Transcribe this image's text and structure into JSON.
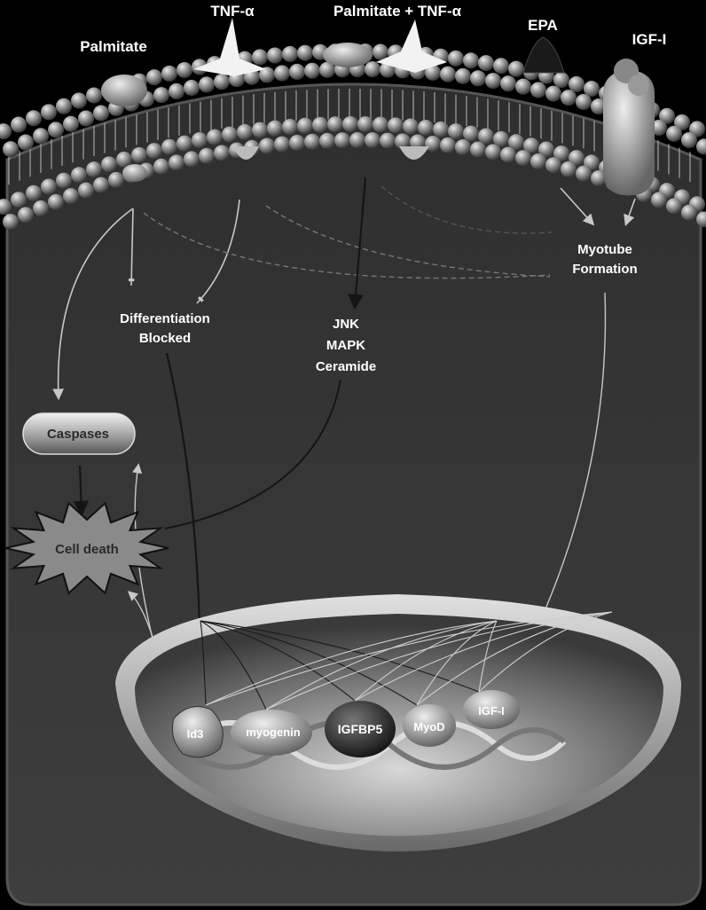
{
  "stimuli": {
    "palmitate": "Palmitate",
    "tnf": "TNF-α",
    "palmitate_tnf": "Palmitate + TNF-α",
    "epa": "EPA",
    "igf": "IGF-I"
  },
  "pathway": {
    "differentiation_line1": "Differentiation",
    "differentiation_line2": "Blocked",
    "jnk": "JNK",
    "mapk": "MAPK",
    "ceramide": "Ceramide",
    "myotube_line1": "Myotube",
    "myotube_line2": "Formation",
    "caspases": "Caspases",
    "cell_death": "Cell death"
  },
  "nucleus_genes": {
    "id3": "Id3",
    "myogenin": "myogenin",
    "igfbp5": "IGFBP5",
    "myod": "MyoD",
    "igf": "IGF-I"
  },
  "colors": {
    "cell_fill": "#3a3a3a",
    "membrane_bead": "#8a8a8a",
    "arrow_light": "#c8c8c8",
    "arrow_dark": "#151515"
  }
}
